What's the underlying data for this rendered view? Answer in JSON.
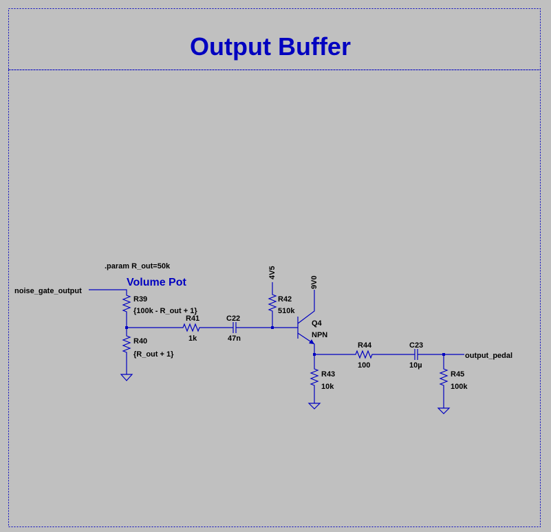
{
  "title": "Output Buffer",
  "section_label": "Volume Pot",
  "param_directive": ".param R_out=50k",
  "net_labels": {
    "input": "noise_gate_output",
    "output": "output_pedal",
    "bias_supply": "4V5",
    "supply": "9V0"
  },
  "components": {
    "r39": {
      "ref": "R39",
      "value": "{100k - R_out + 1}"
    },
    "r40": {
      "ref": "R40",
      "value": "{R_out + 1}"
    },
    "r41": {
      "ref": "R41",
      "value": "1k"
    },
    "c22": {
      "ref": "C22",
      "value": "47n"
    },
    "r42": {
      "ref": "R42",
      "value": "510k"
    },
    "q4": {
      "ref": "Q4",
      "value": "NPN"
    },
    "r43": {
      "ref": "R43",
      "value": "10k"
    },
    "r44": {
      "ref": "R44",
      "value": "100"
    },
    "c23": {
      "ref": "C23",
      "value": "10µ"
    },
    "r45": {
      "ref": "R45",
      "value": "100k"
    }
  },
  "colors": {
    "wire": "#0000c0",
    "background": "#c0c0c0",
    "title": "#0000c0"
  }
}
